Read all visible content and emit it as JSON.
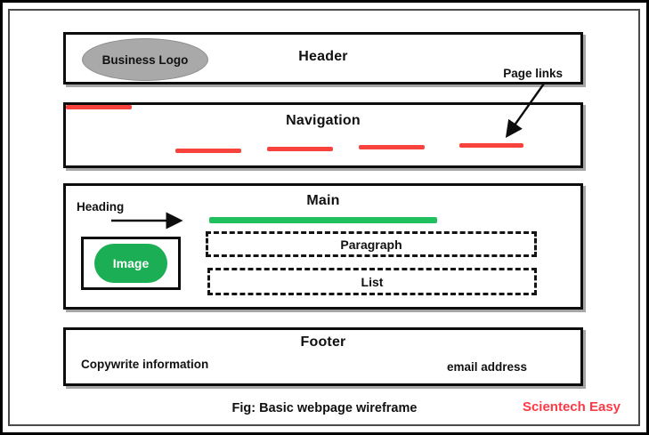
{
  "figure": {
    "caption": "Fig: Basic webpage wireframe",
    "brand": "Scientech Easy",
    "brand_color": "#fc3a46"
  },
  "wireframe": {
    "header": {
      "title": "Header",
      "logo_label": "Business Logo",
      "logo_fill": "#a9a9a9",
      "page_links_label": "Page links"
    },
    "navigation": {
      "title": "Navigation",
      "link_count": 5,
      "link_color": "#f8423c"
    },
    "main": {
      "title": "Main",
      "heading_label": "Heading",
      "heading_bar_color": "#20c05f",
      "paragraph_label": "Paragraph",
      "list_label": "List",
      "image_label": "Image",
      "image_fill": "#1bae55"
    },
    "footer": {
      "title": "Footer",
      "left_text": "Copywrite information",
      "right_text": "email address"
    }
  }
}
